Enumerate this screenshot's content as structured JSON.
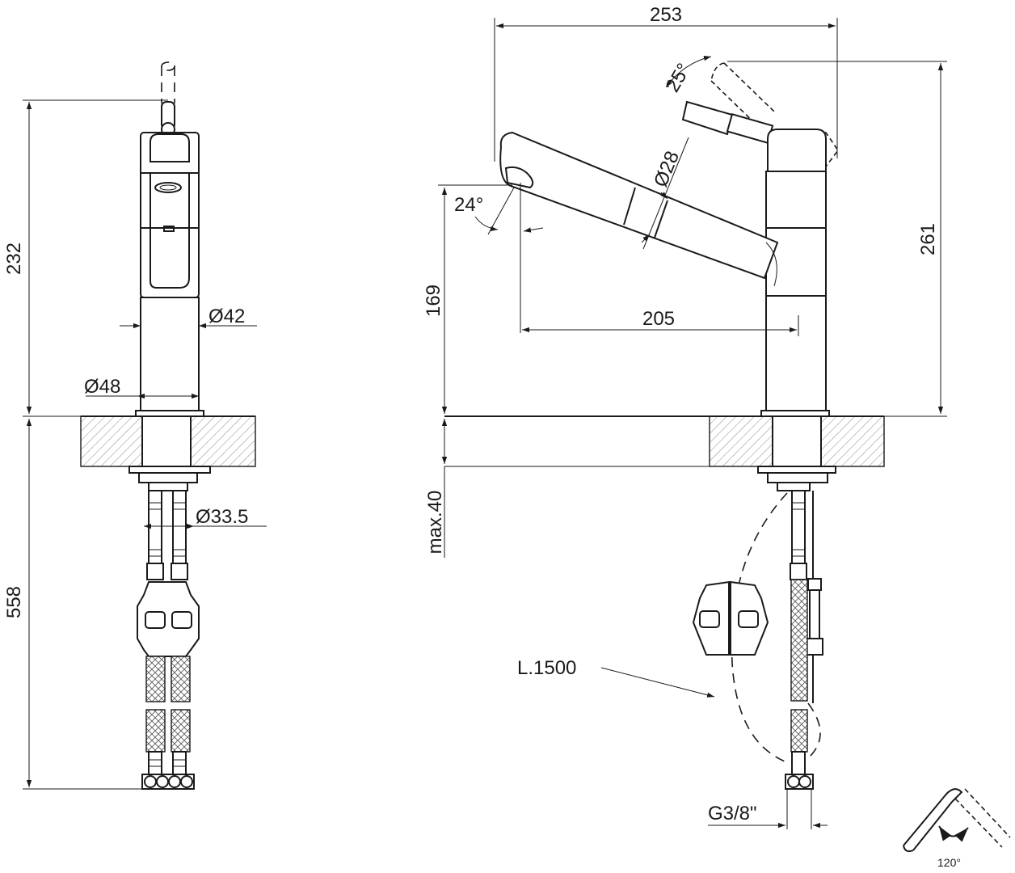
{
  "left_view": {
    "height_above_counter": "232",
    "length_below_counter": "558",
    "body_diameter": "Ø42",
    "base_diameter": "Ø48",
    "hose_spacing": "Ø33.5"
  },
  "right_view": {
    "total_width": "253",
    "lever_angle": "25°",
    "spout_diameter": "Ø28",
    "spout_angle": "24°",
    "total_height": "261",
    "spout_height": "169",
    "spout_reach": "205",
    "max_counter_thickness": "max.40",
    "hose_length": "L.1500",
    "connection_thread": "G3/8\"",
    "rotation_angle": "120°"
  }
}
